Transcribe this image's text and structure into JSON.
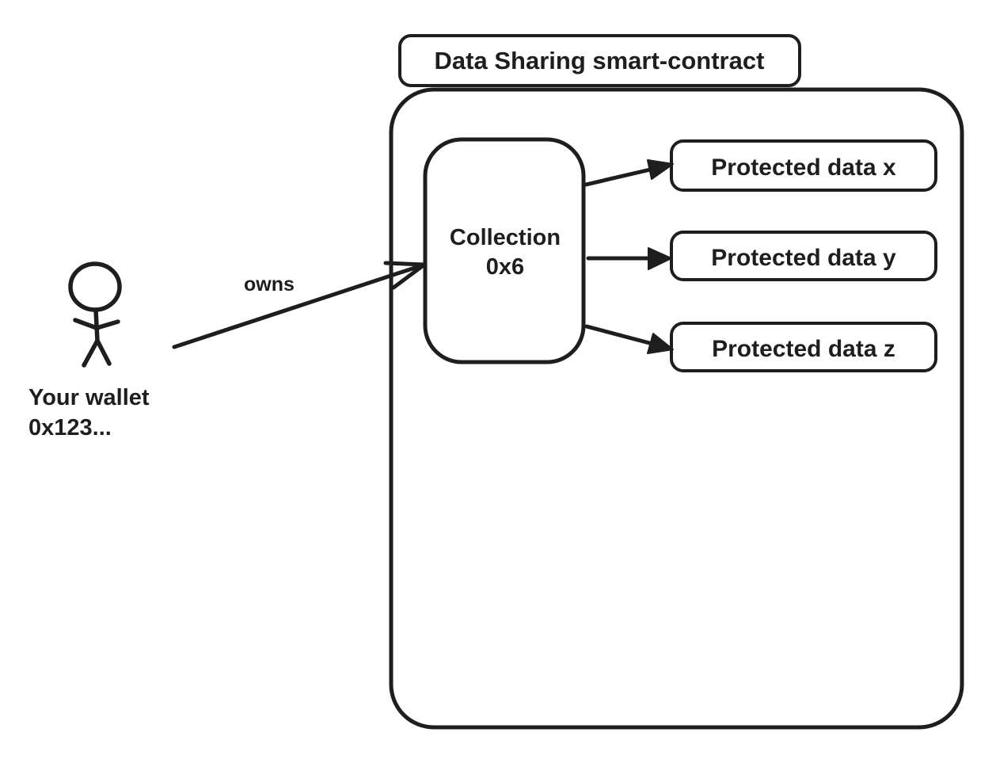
{
  "diagram": {
    "background_color": "#ffffff",
    "ink_color": "#1e1e1e",
    "actor": {
      "label_line1": "Your wallet",
      "label_line2": "0x123..."
    },
    "owns_edge": {
      "label": "owns"
    },
    "smart_contract": {
      "title": "Data Sharing smart-contract"
    },
    "collection": {
      "label_line1": "Collection",
      "label_line2": "0x6"
    },
    "protected_data": [
      {
        "label": "Protected data x"
      },
      {
        "label": "Protected data y"
      },
      {
        "label": "Protected data z"
      }
    ]
  }
}
